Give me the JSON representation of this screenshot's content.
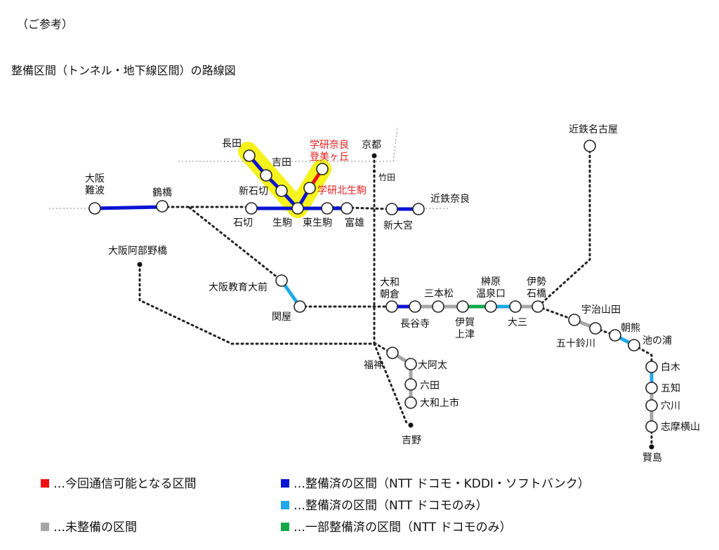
{
  "note": "（ご参考）",
  "title": "整備区間（トンネル・地下線区間）の路線図",
  "colors": {
    "red": "#ee1111",
    "blue": "#0a14d2",
    "cyan": "#20a8e8",
    "gray": "#a6a6a6",
    "green": "#12a84a",
    "highlight": "#f6f21c",
    "dot_line": "#222222"
  },
  "stations": {
    "osaka_namba": "大阪\n難波",
    "tsuruhashi": "鶴橋",
    "nagata": "長田",
    "yoshida": "吉田",
    "shin_ishikiri": "新石切",
    "ishikiri": "石切",
    "ikoma": "生駒",
    "gakken_nara_tomigaoka": "学研奈良\n登美ヶ丘",
    "gakken_kita_ikoma": "学研北生駒",
    "higashi_ikoma": "東生駒",
    "tomio": "富雄",
    "kyoto": "京都",
    "takeda": "竹田",
    "shin_omiya": "新大宮",
    "kintetsu_nara": "近鉄奈良",
    "kintetsu_nagoya": "近鉄名古屋",
    "osaka_abenobashi": "大阪阿部野橋",
    "osaka_kyoiku_daimae": "大阪教育大前",
    "sekiya": "関屋",
    "yamato_asakura": "大和\n朝倉",
    "hasedera": "長谷寺",
    "sanbonmatsu": "三本松",
    "iga_kozu": "伊賀\n上津",
    "sakakibara_onsenguchi": "榊原\n温泉口",
    "osato": "大三",
    "ise_ishibashi": "伊勢\n石橋",
    "ujiyamada": "宇治山田",
    "isuzugawa": "五十鈴川",
    "asakuma": "朝熊",
    "ikenoura": "池の浦",
    "fukujin": "福神",
    "oada": "大阿太",
    "mutsuda": "六田",
    "yamato_kamiichi": "大和上市",
    "yoshino": "吉野",
    "shiraki": "白木",
    "goka": "五知",
    "anagawa": "穴川",
    "shima_yokoyama": "志摩横山",
    "kashikojima": "賢島"
  },
  "legend": [
    {
      "color": "red",
      "text": "…今回通信可能となる区間"
    },
    {
      "color": "blue",
      "text": "…整備済の区間（NTT ドコモ・KDDI・ソフトバンク）"
    },
    {
      "color": "cyan",
      "text": "…整備済の区間（NTT ドコモのみ）"
    },
    {
      "color": "gray",
      "text": "…未整備の区間"
    },
    {
      "color": "green",
      "text": "…一部整備済の区間（NTT ドコモのみ）"
    }
  ]
}
